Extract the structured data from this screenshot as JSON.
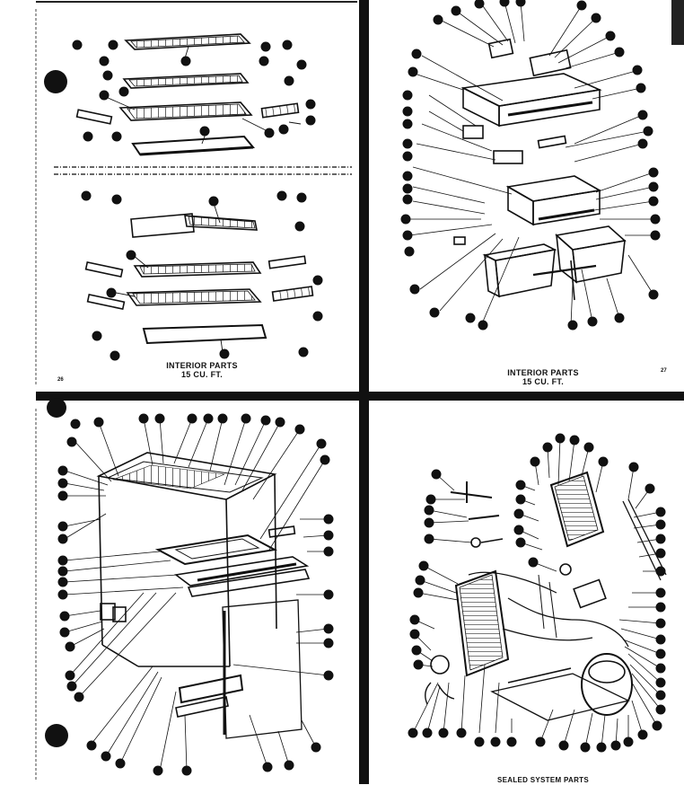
{
  "panels": {
    "top_left": {
      "caption_line1": "INTERIOR PARTS",
      "caption_line2": "15 CU. FT.",
      "page_number": "26"
    },
    "top_right": {
      "caption_line1": "INTERIOR PARTS",
      "caption_line2": "15 CU. FT.",
      "page_number": "27"
    },
    "bottom_right": {
      "caption_line1": "SEALED SYSTEM PARTS"
    }
  },
  "colors": {
    "ink": "#111111",
    "paper": "#ffffff"
  }
}
